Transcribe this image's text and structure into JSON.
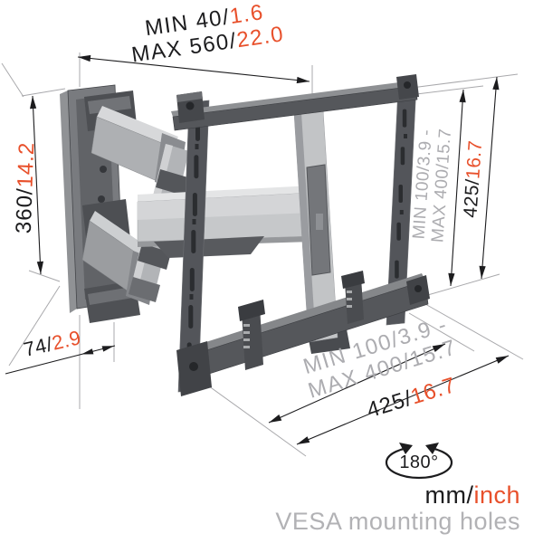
{
  "colors": {
    "accent": "#E8502B",
    "dim_gray": "#ACACB0",
    "note_gray": "#B2B2B5",
    "line": "#1C1C1E"
  },
  "dimensions": {
    "wall_extension": {
      "line1": {
        "black": "MIN 40/",
        "orange": "1.6"
      },
      "line2": {
        "black": "MAX 560/",
        "orange": "22.0"
      }
    },
    "wall_plate_height": {
      "black": "360/",
      "orange": "14.2"
    },
    "wall_plate_depth": {
      "black": "74/",
      "orange": "2.9"
    },
    "vesa_vertical": {
      "line1": "MIN 100/3.9 -",
      "line2": "MAX 400/15.7"
    },
    "bracket_height": {
      "black": "425/",
      "orange": "16.7"
    },
    "vesa_horizontal": {
      "line1": "MIN 100/3.9 -",
      "line2": "MAX 400/15.7"
    },
    "bracket_width": {
      "black": "425/",
      "orange": "16.7"
    }
  },
  "legend": {
    "swivel_angle": "180°",
    "units": {
      "black": "mm/",
      "orange": "inch"
    },
    "note": "VESA mounting holes"
  }
}
